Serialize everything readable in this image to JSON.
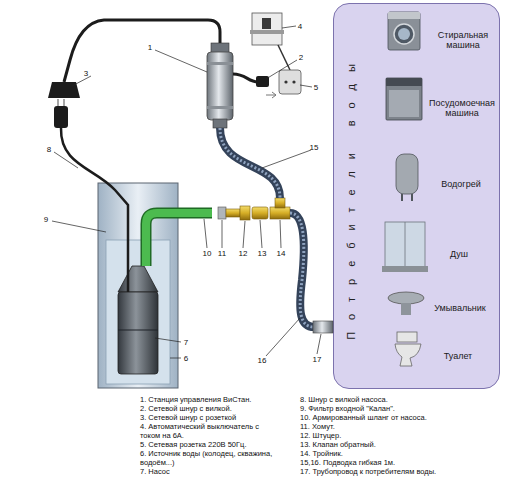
{
  "diagram": {
    "nodes": [
      {
        "text": [
          "Потребители воды",
          "Стиральная машина",
          "Посудомоечная машина",
          "Водогрей",
          "Душ",
          "Умывальник",
          "Туалет"
        ]
      }
    ],
    "labels": [
      "1",
      "2",
      "3",
      "4",
      "5",
      "6",
      "7",
      "8",
      "9",
      "10",
      "11",
      "12",
      "13",
      "14",
      "15",
      "16",
      "17",
      "1. Станция управления ВиСтан.",
      "2. Сетевой шнур с вилкой.",
      "3. Сетевой шнур с розеткой",
      "4. Автоматический выключатель с током на 6А.",
      "5. Сетевая розетка 220В 50Гц.",
      "6. Источник воды (колодец, скважина, водоём...)",
      "7. Насос",
      "8. Шнур с вилкой насоса.",
      "9. Фильтр входной \"Калан\".",
      "10. Армированный шланг от насоса.",
      "11. Хомут.",
      "12. Штуцер.",
      "13. Клапан обратный.",
      "14. Тройник.",
      "15,16. Подводка гибкая 1м.",
      "17. Трубопровод к потребителям воды."
    ]
  }
}
